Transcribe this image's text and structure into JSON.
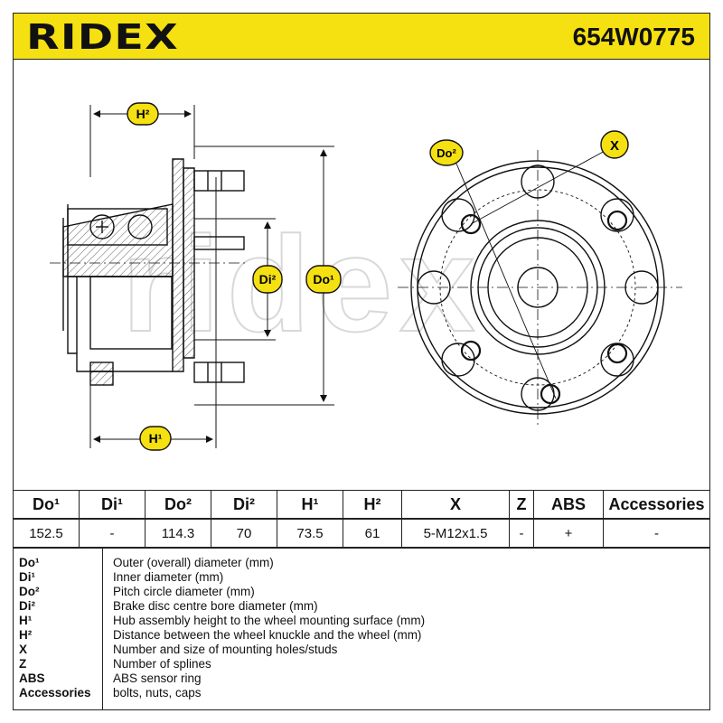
{
  "header": {
    "brand": "RIDEX",
    "part_number": "654W0775",
    "background_color": "#f5e011"
  },
  "drawing": {
    "labels": {
      "h2": "H²",
      "h1": "H¹",
      "di2": "Di²",
      "do1": "Do¹",
      "do2": "Do²",
      "x": "X"
    },
    "label_fill_color": "#f5e011",
    "watermark_text": "ridex"
  },
  "spec_table": {
    "headers": [
      "Do¹",
      "Di¹",
      "Do²",
      "Di²",
      "H¹",
      "H²",
      "X",
      "Z",
      "ABS",
      "Accessories"
    ],
    "values": [
      "152.5",
      "-",
      "114.3",
      "70",
      "73.5",
      "61",
      "5-M12x1.5",
      "-",
      "+",
      "-"
    ]
  },
  "legend": [
    {
      "key": "Do¹",
      "text": "Outer (overall) diameter (mm)"
    },
    {
      "key": "Di¹",
      "text": "Inner diameter (mm)"
    },
    {
      "key": "Do²",
      "text": "Pitch circle diameter (mm)"
    },
    {
      "key": "Di²",
      "text": "Brake disc centre bore diameter (mm)"
    },
    {
      "key": "H¹",
      "text": "Hub assembly height to the wheel mounting surface (mm)"
    },
    {
      "key": "H²",
      "text": "Distance between the wheel knuckle and the wheel (mm)"
    },
    {
      "key": "X",
      "text": "Number and size of mounting holes/studs"
    },
    {
      "key": "Z",
      "text": "Number of splines"
    },
    {
      "key": "ABS",
      "text": "ABS sensor ring"
    },
    {
      "key": "Accessories",
      "text": "bolts, nuts, caps"
    }
  ]
}
